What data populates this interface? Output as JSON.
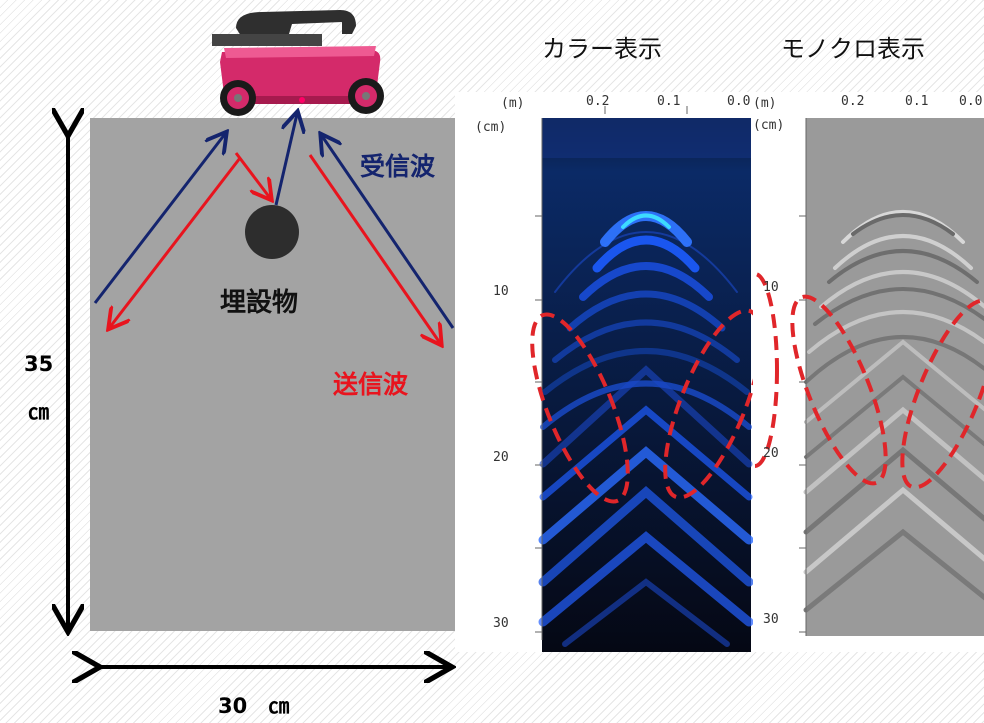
{
  "diagram": {
    "dimensions": {
      "height_value": "35",
      "height_unit": "㎝",
      "width_label": "30　㎝"
    },
    "labels": {
      "buried_object": "埋設物",
      "received_wave": "受信波",
      "transmitted_wave": "送信波"
    }
  },
  "panels": {
    "color_title": "カラー表示",
    "mono_title": "モノクロ表示",
    "color_x_unit": "(m)",
    "mono_x_unit": "(m)",
    "color_x_ticks": [
      "0.2",
      "0.1",
      "0.0"
    ],
    "mono_x_ticks": [
      "0.2",
      "0.1",
      "0.0"
    ],
    "y_unit": "(cm)",
    "y_ticks": [
      "10",
      "20",
      "30"
    ]
  },
  "colors": {
    "send_wave": "#e8141e",
    "receive_wave": "#14246e",
    "concrete": "#a3a3a3",
    "device_body": "#d42a6a",
    "highlight_ellipse": "#e0262a"
  }
}
